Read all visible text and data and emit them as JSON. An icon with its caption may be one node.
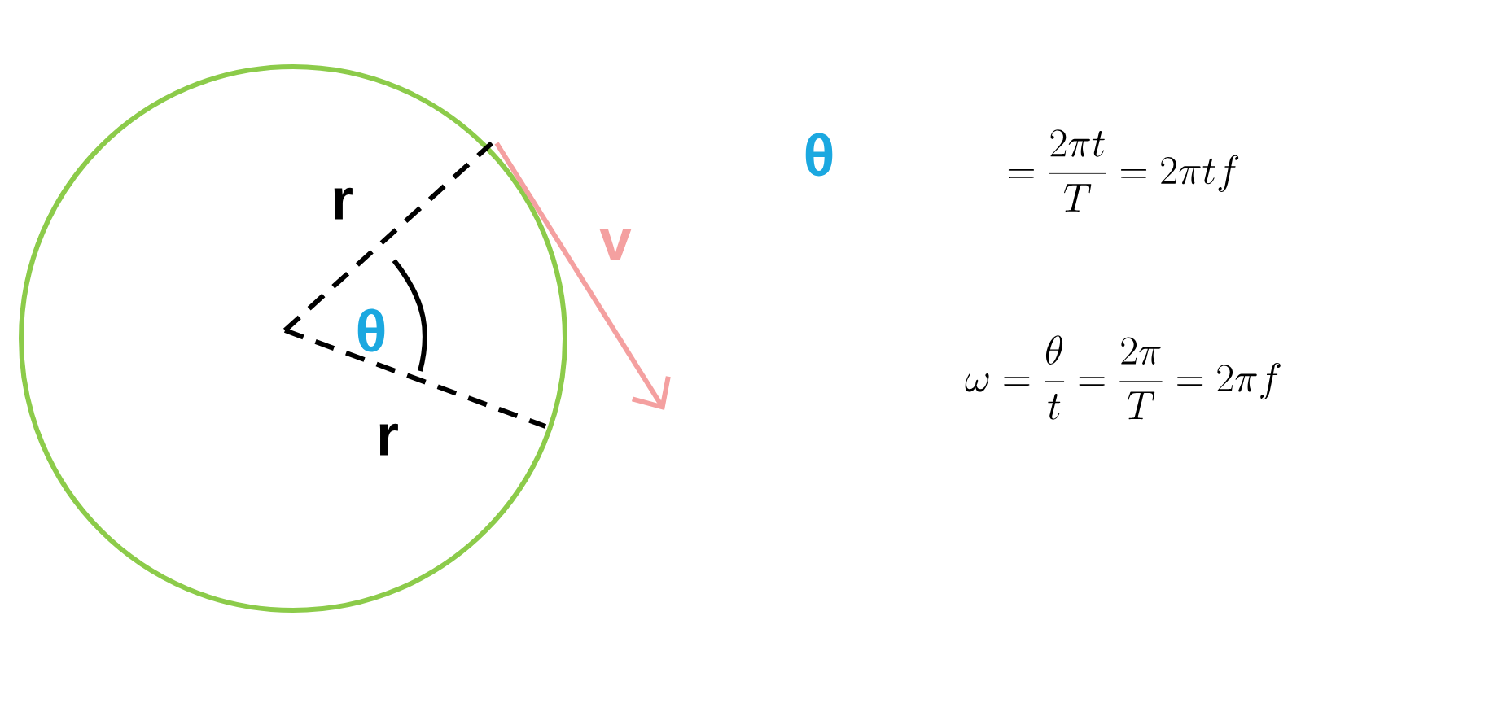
{
  "diagram": {
    "labels": [
      "r",
      "θ",
      "r",
      "v",
      "θ",
      "= \\frac{2\\pi t}{T} = 2\\pi t f",
      "\\omega = \\frac{\\theta}{t} = \\frac{2\\pi}{T} = 2\\pi f"
    ]
  }
}
